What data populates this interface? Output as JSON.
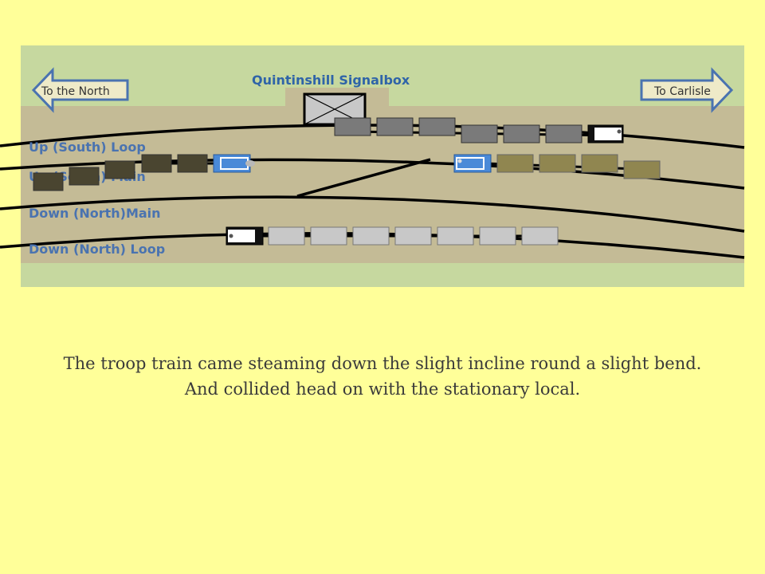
{
  "diagram": {
    "title": "Quintinshill Signalbox",
    "arrow_left": "To the North",
    "arrow_right": "To Carlisle",
    "tracks": {
      "up_loop": "Up (South) Loop",
      "up_main": "Up (South) Main",
      "down_main": "Down  (North)Main",
      "down_loop": "Down (North) Loop"
    },
    "colors": {
      "background": "#ffff99",
      "field": "#c6d89f",
      "ballast": "#c4bb96",
      "label": "#4a73b0",
      "arrow": "#4a73b0",
      "coach_grey": "#7a7a7a",
      "coach_light": "#c8c8c8",
      "coach_dark": "#4a4530",
      "coach_olive": "#908650",
      "engine_blue": "#4a8ad8",
      "engine_black": "#111111"
    }
  },
  "caption": {
    "line1": "The troop train came steaming down the slight incline round a slight bend.",
    "line2": "And collided head on with the stationary local."
  }
}
